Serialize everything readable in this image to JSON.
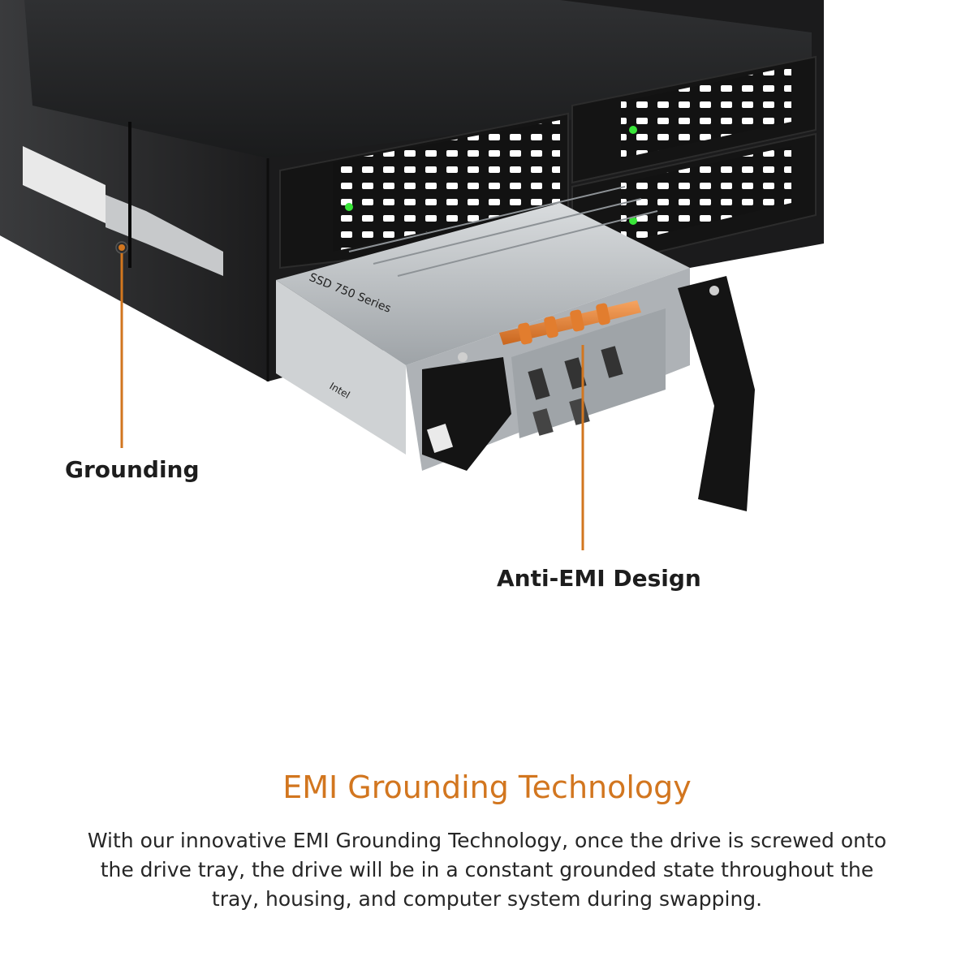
{
  "callouts": {
    "grounding": "Grounding",
    "anti_emi": "Anti-EMI Design"
  },
  "drive_text": {
    "series": "SSD 750 Series",
    "brand": "Intel"
  },
  "footer": {
    "title": "EMI Grounding Technology",
    "description": "With our innovative EMI Grounding Technology, once the drive is screwed onto the drive tray, the drive will be in a constant grounded state throughout the tray, housing, and computer system during swapping."
  },
  "colors": {
    "accent": "#d2761f",
    "enclosure": "#1c1c1c",
    "led": "#39e639",
    "tray_metal": "#b8bcbf"
  }
}
